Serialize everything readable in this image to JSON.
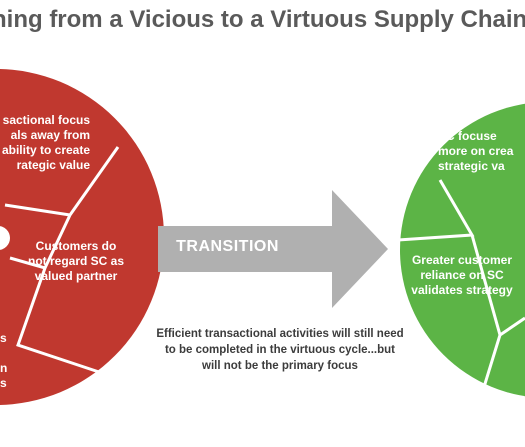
{
  "title": "ning from a Vicious to a Virtuous Supply Chain",
  "left_circle": {
    "color": "#c0382f",
    "labels": [
      "sactional focus\nals away from\nability to create\nrategic value",
      "Customers do\nnot regard SC as\nvalued partner",
      "s",
      "n\ns"
    ]
  },
  "right_circle": {
    "color": "#5cb446",
    "labels": [
      "SC focuse\nmore on crea\nstrategic va",
      "Greater customer\nreliance on SC\nvalidates strategy"
    ]
  },
  "arrow": {
    "label": "TRANSITION",
    "color": "#b0b0b0"
  },
  "note": "Efficient transactional activities will still need\nto be completed in the virtuous cycle...but\nwill not be the primary focus"
}
